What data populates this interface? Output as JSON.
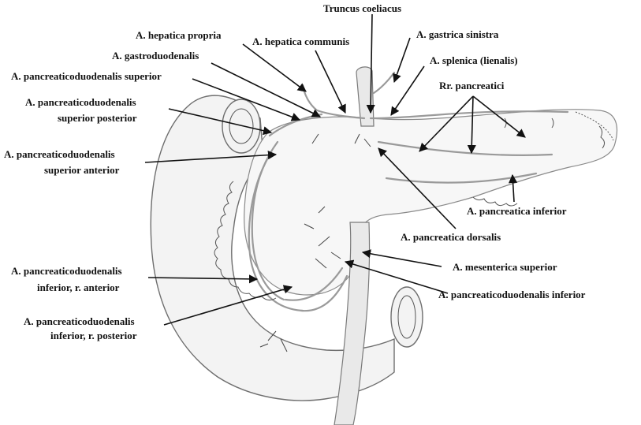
{
  "figure": {
    "colors": {
      "background": "#ffffff",
      "label_text": "#111111",
      "arrow": "#111111",
      "organ_outline": "#6e6e6e",
      "organ_fill": "#f3f3f3"
    },
    "labels": {
      "truncus_coeliacus": "Truncus coeliacus",
      "hepatica_propria": "A. hepatica propria",
      "hepatica_communis": "A. hepatica communis",
      "gastrica_sinistra": "A. gastrica sinistra",
      "gastroduodenalis": "A. gastroduodenalis",
      "splenica": "A. splenica (lienalis)",
      "pd_superior": "A. pancreaticoduodenalis superior",
      "rr_pancreatici": "Rr. pancreatici",
      "pd_sup_post_line1": "A. pancreaticoduodenalis",
      "pd_sup_post_line2": "superior posterior",
      "pd_sup_ant_line1": "A. pancreaticoduodenalis",
      "pd_sup_ant_line2": "superior anterior",
      "pancreatica_inferior": "A. pancreatica inferior",
      "pancreatica_dorsalis": "A. pancreatica dorsalis",
      "mesenterica_superior": "A. mesenterica superior",
      "pd_inf_ant_line1": "A. pancreaticoduodenalis",
      "pd_inf_ant_line2": "inferior, r. anterior",
      "pd_inferior": "A. pancreaticoduodenalis inferior",
      "pd_inf_post_line1": "A. pancreaticoduodenalis",
      "pd_inf_post_line2": "inferior, r. posterior"
    }
  }
}
